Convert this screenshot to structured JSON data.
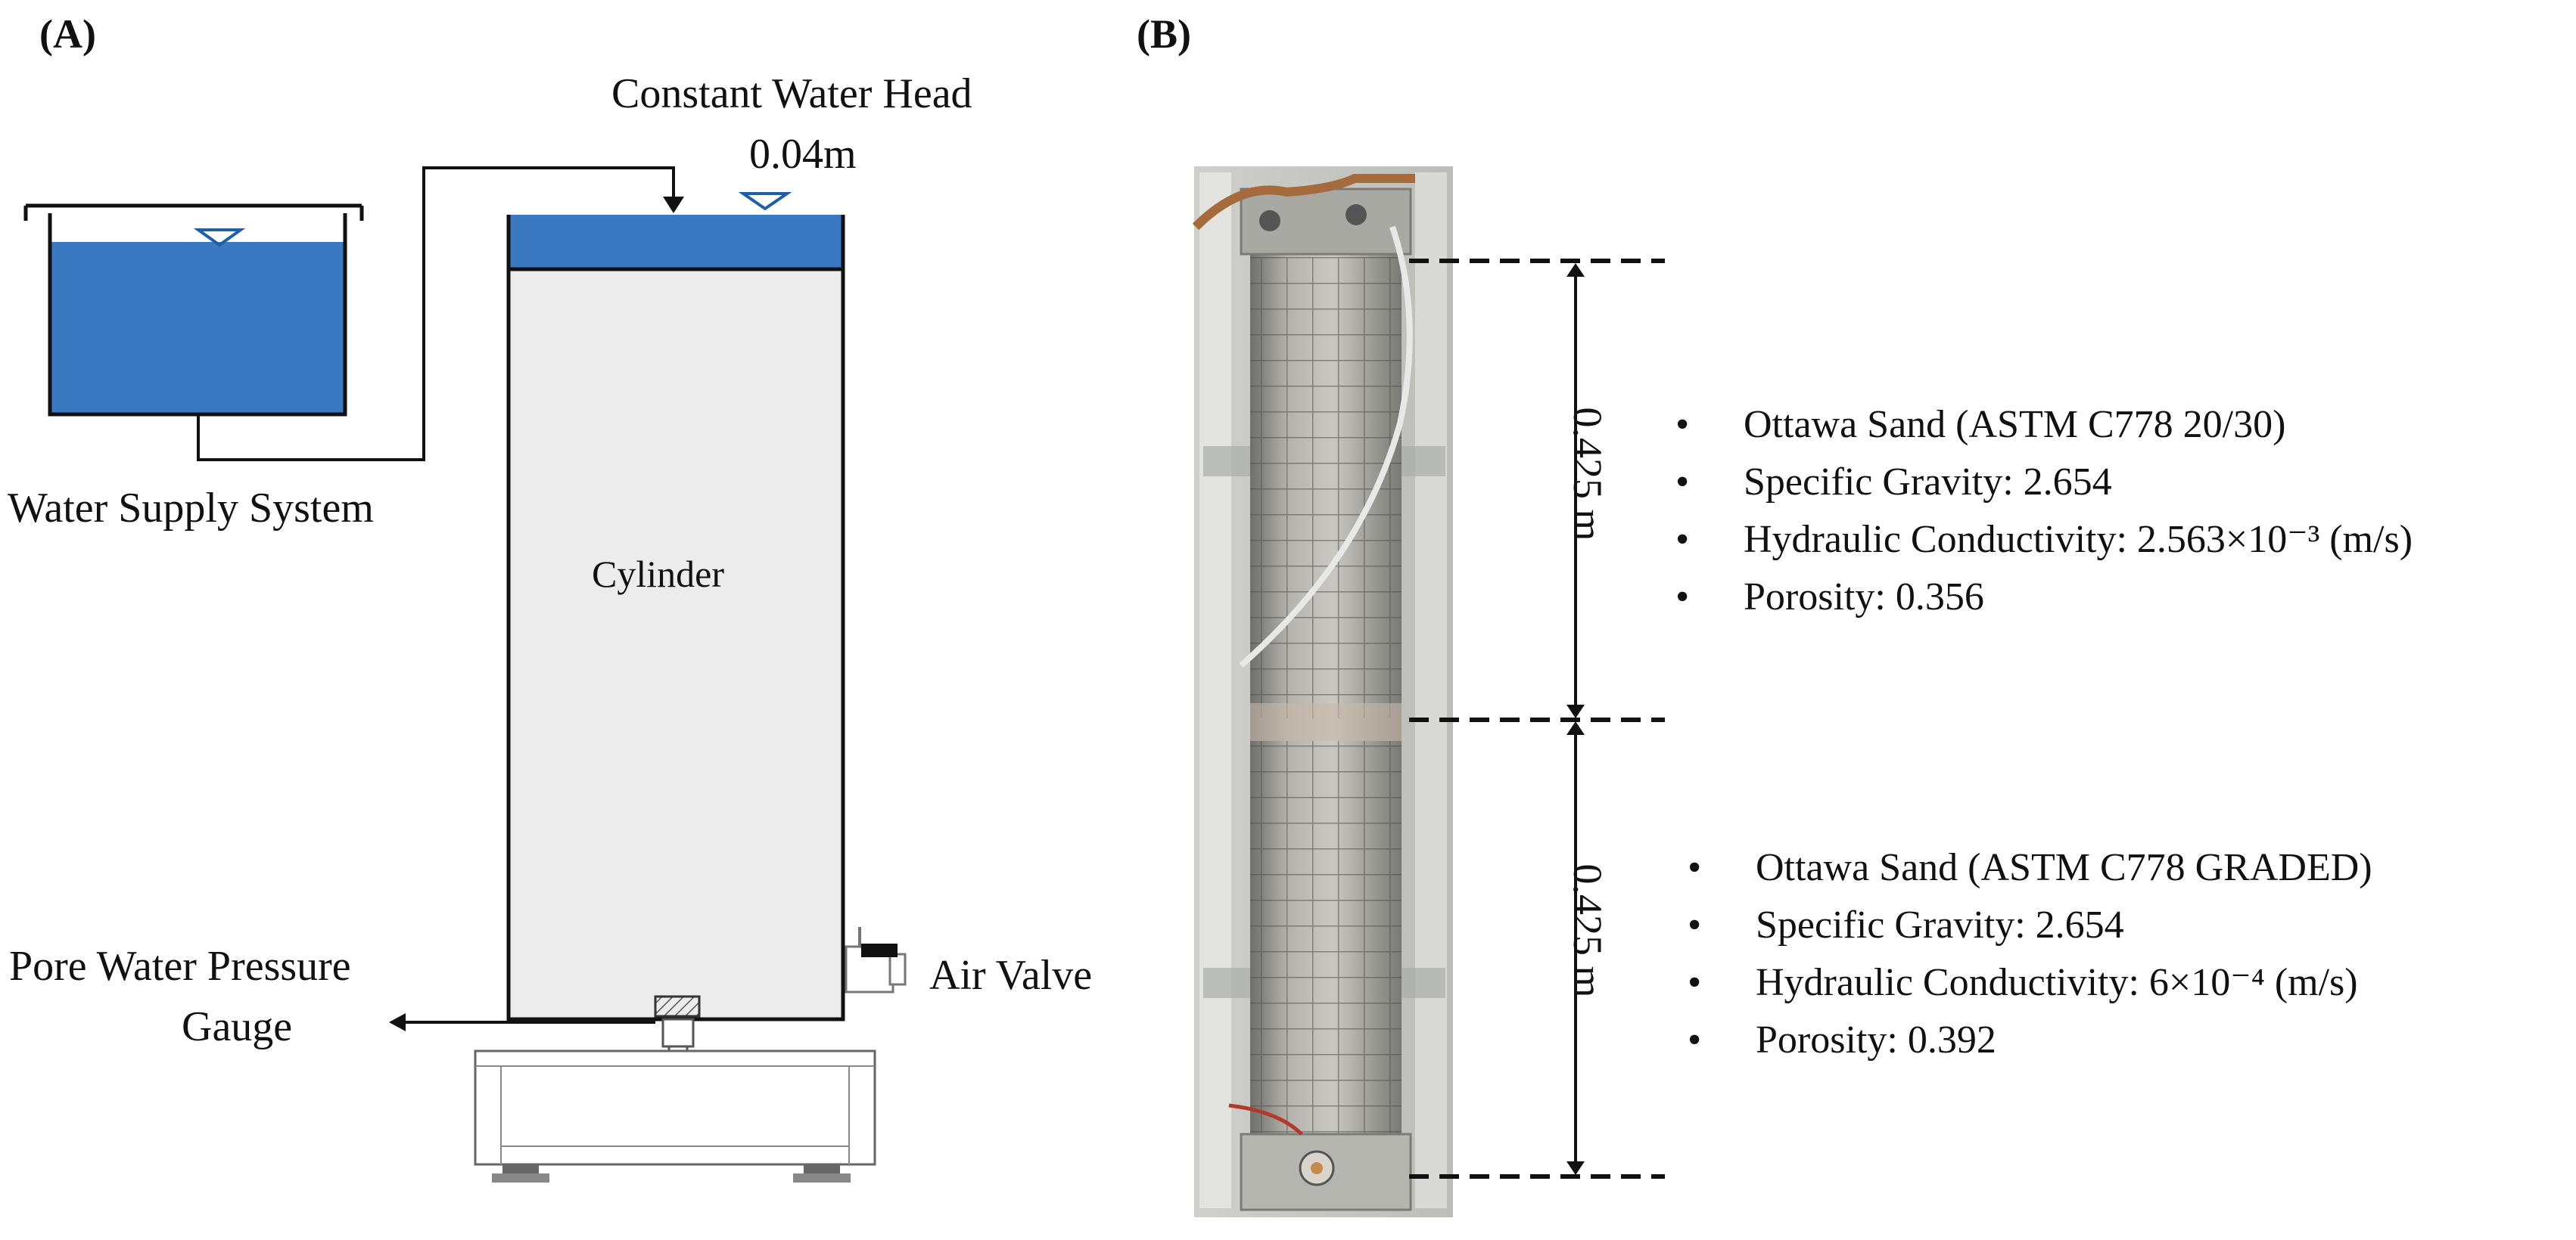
{
  "panel_a": {
    "label": "(A)",
    "water_supply_label": "Water Supply System",
    "head_label": "Constant Water Head",
    "head_value": "0.04m",
    "cylinder_label": "Cylinder",
    "air_valve_label": "Air Valve",
    "gauge_label_line1": "Pore Water Pressure",
    "gauge_label_line2": "Gauge"
  },
  "panel_b": {
    "label": "(B)",
    "upper_dimension": "0.425 m",
    "lower_dimension": "0.425 m",
    "upper_layer": [
      "Ottawa Sand (ASTM C778 20/30)",
      "Specific Gravity: 2.654",
      "Hydraulic Conductivity: 2.563×10⁻³ (m/s)",
      "Porosity: 0.356"
    ],
    "lower_layer": [
      "Ottawa Sand (ASTM C778 GRADED)",
      "Specific Gravity: 2.654",
      "Hydraulic Conductivity: 6×10⁻⁴ (m/s)",
      "Porosity: 0.392"
    ],
    "bullet": "•"
  },
  "colors": {
    "water": "#3a78c2",
    "cylinder_fill": "#ececec",
    "line": "#111111",
    "photo_base": "#9a9a96"
  }
}
